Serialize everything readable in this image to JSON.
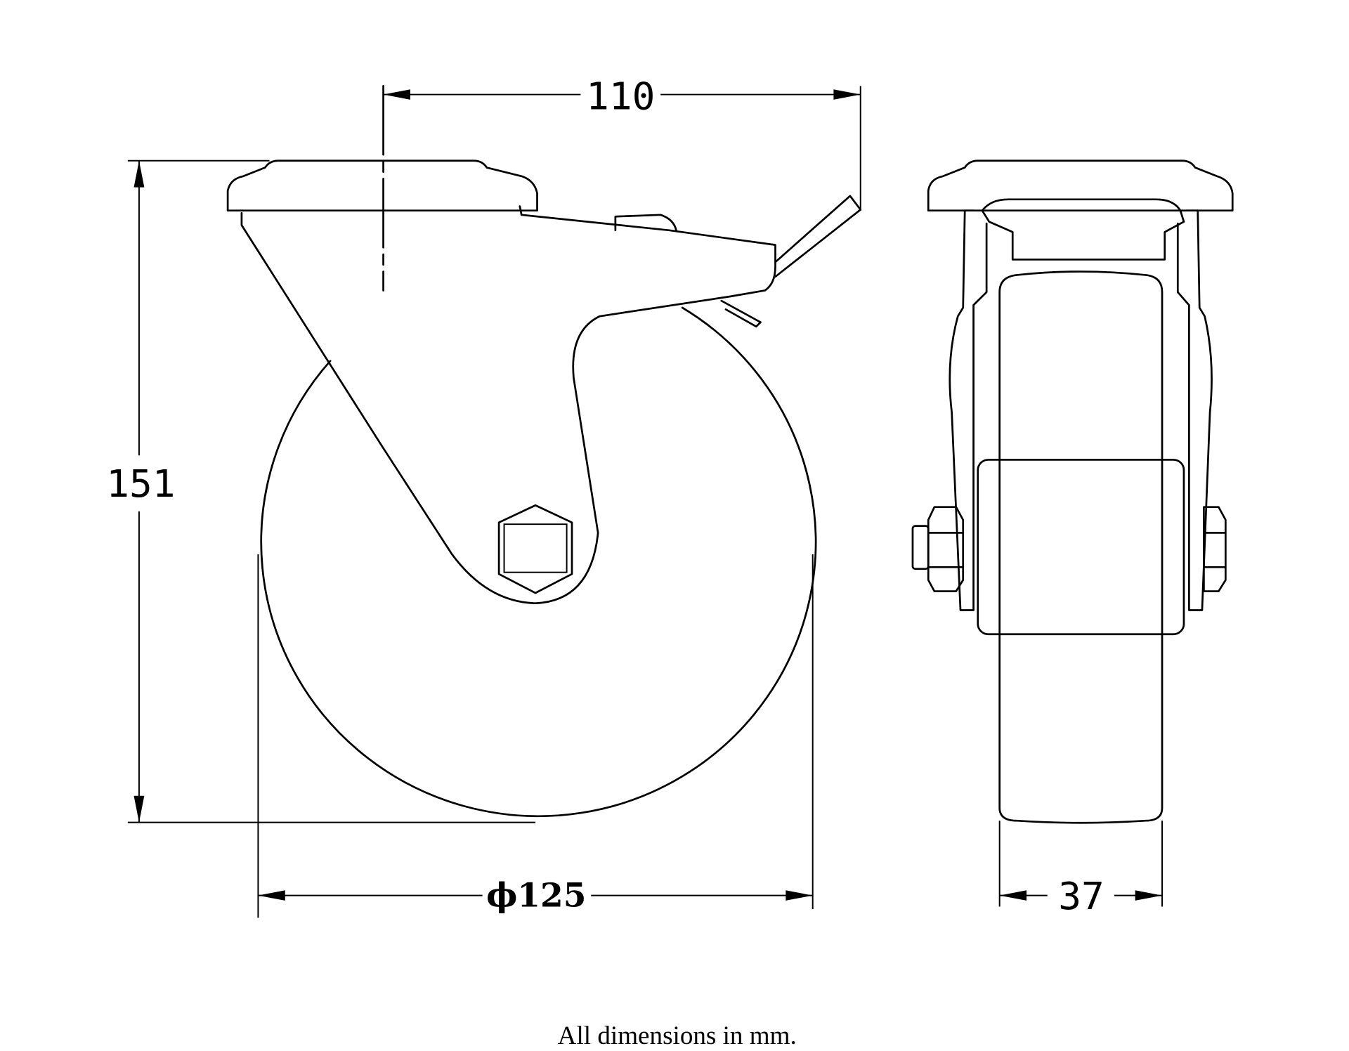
{
  "title": "Swivel castor with brake - dimension drawing",
  "dimensions": {
    "offset": "110",
    "height": "151",
    "wheel_diameter": "ϕ125",
    "wheel_width": "37"
  },
  "units_note": "All dimensions in mm."
}
